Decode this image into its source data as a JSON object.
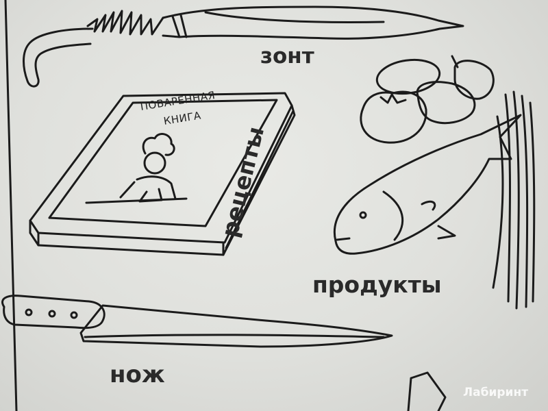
{
  "labels": {
    "umbrella": "зонт",
    "recipes": "рецепты",
    "groceries": "продукты",
    "knife": "нож"
  },
  "book": {
    "title_line1": "ПОВАРЕННАЯ",
    "title_line2": "КНИГА"
  },
  "watermark": "Лабиринт",
  "colors": {
    "paper": "#e3e4e0",
    "ink": "#1b1b1b"
  }
}
